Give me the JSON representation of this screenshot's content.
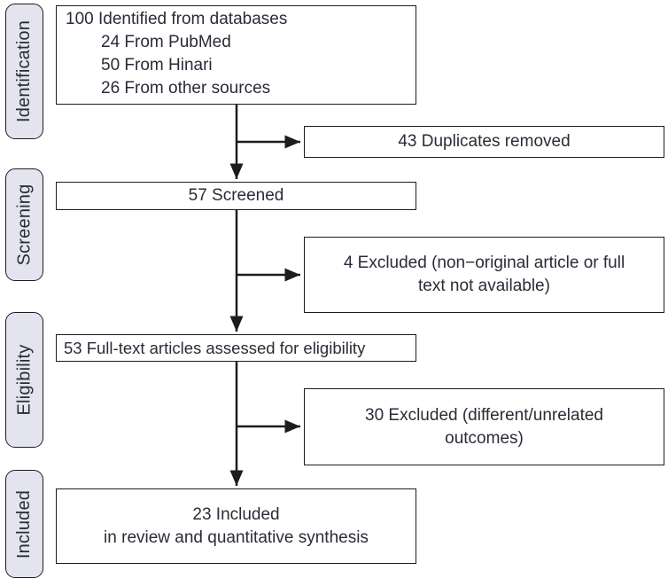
{
  "palette": {
    "box_border": "#1c1c1c",
    "text": "#2b2b38",
    "stage_fill": "#e4e4f0",
    "arrow": "#1c1c1c"
  },
  "stages": [
    {
      "label": "Identification"
    },
    {
      "label": "Screening"
    },
    {
      "label": "Eligibility"
    },
    {
      "label": "Included"
    }
  ],
  "flow": {
    "identified": {
      "line1": "100 Identified from databases",
      "sub1": "24 From PubMed",
      "sub2": "50 From Hinari",
      "sub3": "26 From other sources"
    },
    "duplicates": "43 Duplicates removed",
    "screened": "57 Screened",
    "excluded_screening": {
      "line1": "4 Excluded (non−original article or full",
      "line2": "text not available)"
    },
    "fulltext": "53 Full-text articles assessed for eligibility",
    "excluded_eligibility": {
      "line1": "30 Excluded (different/unrelated",
      "line2": "outcomes)"
    },
    "included": {
      "line1": "23 Included",
      "line2": "in review and quantitative synthesis"
    }
  }
}
